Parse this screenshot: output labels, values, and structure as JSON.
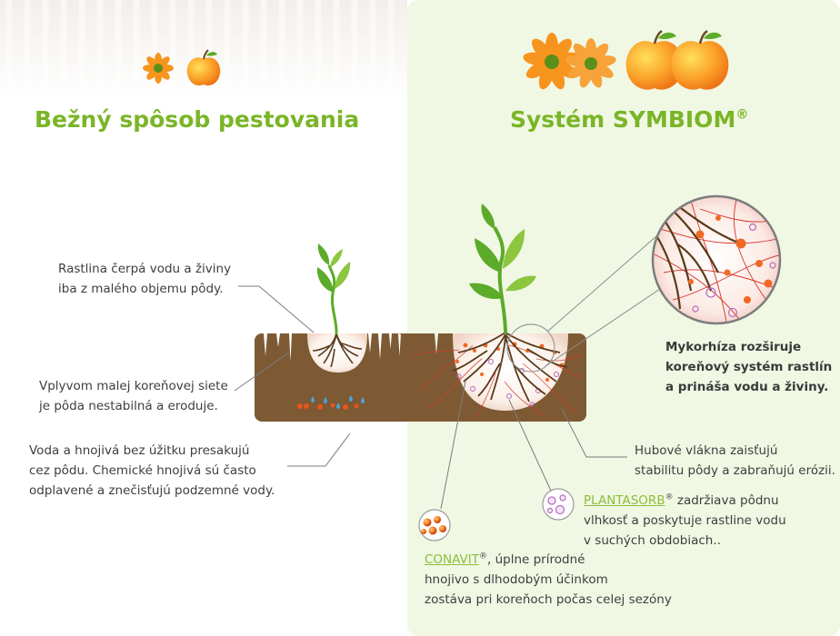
{
  "colors": {
    "title_green": "#7ab527",
    "right_panel_bg": "#f0f8e4",
    "soil_brown": "#7d5a34",
    "leaf_green": "#5cab2a",
    "orange": "#f47c20",
    "leader_gray": "#7c7c7c"
  },
  "left": {
    "title": "Bežný spôsob pestovania",
    "icons": [
      "flower-icon",
      "apple-icon"
    ],
    "callout1": {
      "line1": "Rastlina čerpá vodu a živiny",
      "line2": "iba z malého objemu pôdy."
    },
    "callout2": {
      "line1": "Vplyvom malej koreňovej siete",
      "line2": "je pôda nestabilná a eroduje."
    },
    "callout3": {
      "line1": "Voda a hnojivá bez úžitku presakujú",
      "line2": "cez pôdu. Chemické hnojivá sú často",
      "line3": "odplavené a znečisťujú podzemné vody."
    }
  },
  "right": {
    "title": "Systém SYMBIOM",
    "title_mark": "®",
    "icons": [
      "flower-icon",
      "flower-icon",
      "apple-icon",
      "apple-icon"
    ],
    "mycorrhiza": {
      "line1": "Mykorhíza rozširuje",
      "line2": "koreňový systém rastlín",
      "line3": "a prináša vodu a živiny."
    },
    "fungal": {
      "line1": "Hubové vlákna zaisťujú",
      "line2": "stabilitu pôdy a zabraňujú erózii."
    },
    "plantasorb": {
      "brand": "PLANTASORB",
      "mark": "®",
      "rest1": " zadržiava pôdnu",
      "line2": "vlhkosť a poskytuje rastline vodu",
      "line3": "v suchých obdobiach.."
    },
    "conavit": {
      "brand": "CONAVIT",
      "mark": "®",
      "rest1": ", úplne prírodné",
      "line2": "hnojivo s dlhodobým účinkom",
      "line3": "zostáva pri koreňoch počas celej sezóny"
    }
  }
}
